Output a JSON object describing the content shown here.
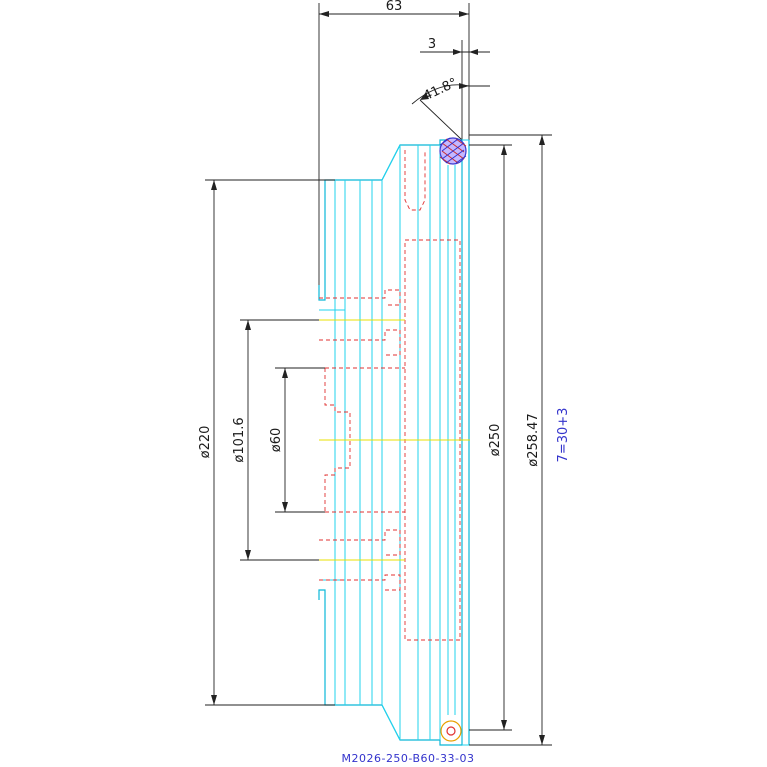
{
  "dimensions": {
    "width_63": "63",
    "gap_3": "3",
    "angle": "41.8°",
    "dia_220": "ø220",
    "dia_101_6": "ø101.6",
    "dia_60": "ø60",
    "dia_250": "ø250",
    "dia_258_47": "ø258.47",
    "tolerance": "7=30+3"
  },
  "part_number": "M2026-250-B60-33-03",
  "colors": {
    "outline": "#22d3ee",
    "hidden": "#e03030",
    "centerline": "#e8e000",
    "dimension": "#222222",
    "annotation": "#3333cc",
    "seal": "#3b3bd0"
  }
}
